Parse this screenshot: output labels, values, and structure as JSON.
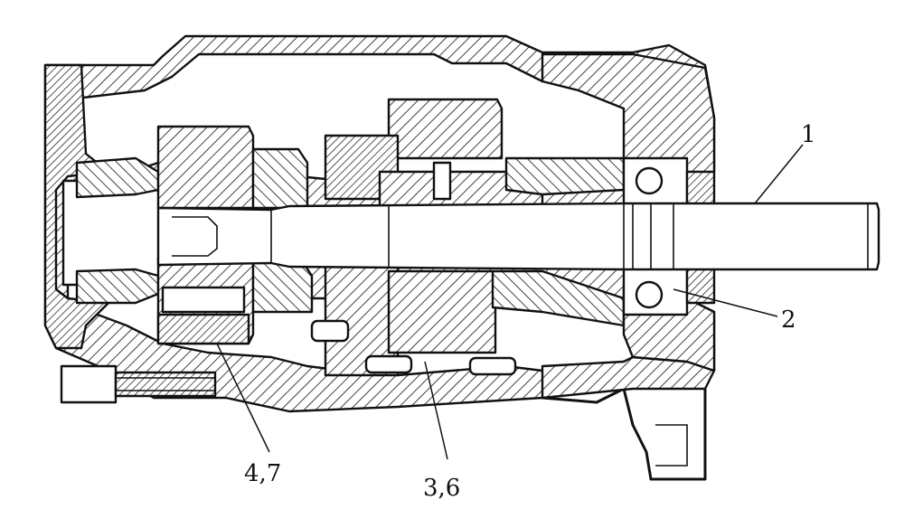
{
  "callouts": {
    "shaft": "1",
    "bearing": "2",
    "cartridge_front": "3,6",
    "cartridge_rear": "4,7"
  }
}
